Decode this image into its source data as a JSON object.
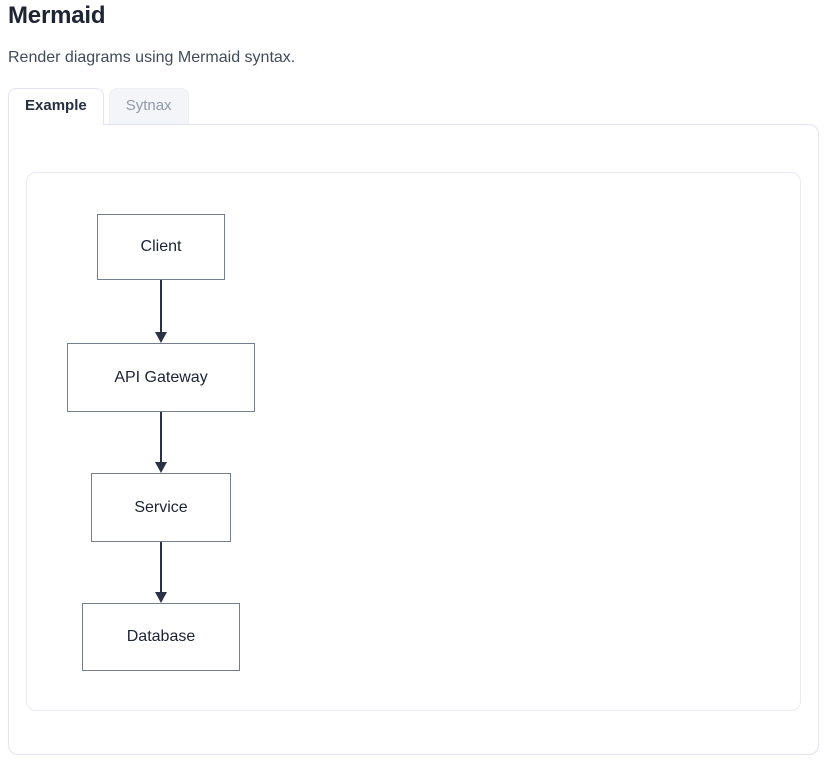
{
  "header": {
    "title": "Mermaid",
    "subtitle": "Render diagrams using Mermaid syntax."
  },
  "tabs": {
    "example": {
      "label": "Example",
      "active": true
    },
    "syntax": {
      "label": "Sytnax",
      "active": false
    }
  },
  "diagram": {
    "type": "flowchart",
    "direction": "top-down",
    "nodes": [
      {
        "id": "client",
        "label": "Client"
      },
      {
        "id": "api_gateway",
        "label": "API Gateway"
      },
      {
        "id": "service",
        "label": "Service"
      },
      {
        "id": "database",
        "label": "Database"
      }
    ],
    "edges": [
      {
        "from": "client",
        "to": "api_gateway"
      },
      {
        "from": "api_gateway",
        "to": "service"
      },
      {
        "from": "service",
        "to": "database"
      }
    ]
  },
  "colors": {
    "title_text": "#1d2433",
    "subtitle_text": "#414b5a",
    "tab_active_text": "#252f3f",
    "tab_inactive_text": "#9099a8",
    "tab_inactive_bg": "#f4f5f8",
    "panel_border": "#e2e5f1",
    "card_border": "#e8eaf5",
    "node_border": "#767d8c",
    "node_fill": "#ffffff",
    "node_text": "#1c2333",
    "arrow": "#2b3245"
  }
}
